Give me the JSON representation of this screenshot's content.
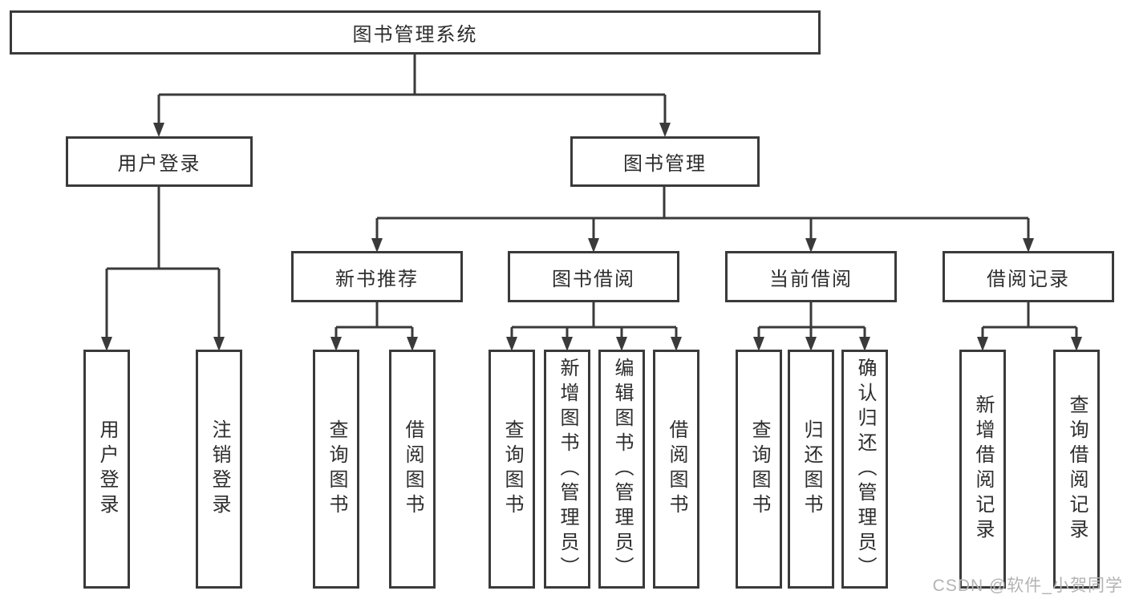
{
  "diagram": {
    "nodes": {
      "root": "图书管理系统",
      "level2": [
        "用户登录",
        "图书管理"
      ],
      "level3": [
        "新书推荐",
        "图书借阅",
        "当前借阅",
        "借阅记录"
      ],
      "leaves": [
        "用户登录",
        "注销登录",
        "查询图书",
        "借阅图书",
        "查询图书",
        "新增图书（管理员）",
        "编辑图书（管理员）",
        "借阅图书",
        "查询图书",
        "归还图书",
        "确认归还（管理员）",
        "新增借阅记录",
        "查询借阅记录"
      ]
    },
    "watermark": "CSDN @软件_小贺同学",
    "colors": {
      "line": "#3a3a3a",
      "box_border": "#3a3a3a",
      "box_fill": "#ffffff",
      "text": "#2d2d2d",
      "watermark": "#b3b3b3",
      "background": "#ffffff"
    }
  }
}
